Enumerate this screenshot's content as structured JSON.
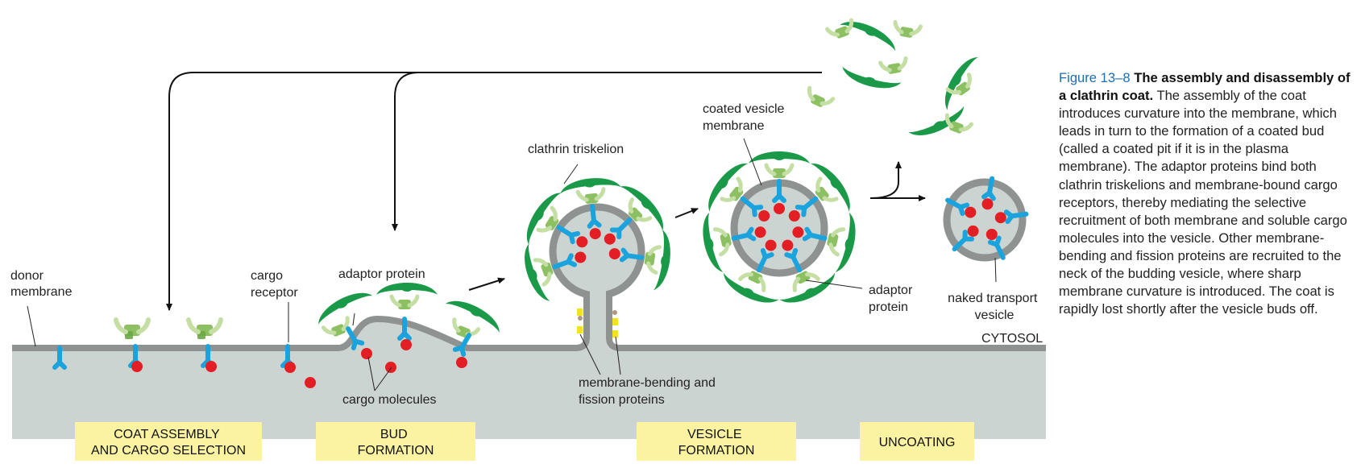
{
  "labels": {
    "donor_membrane": [
      "donor",
      "membrane"
    ],
    "cargo_receptor": [
      "cargo",
      "receptor"
    ],
    "adaptor_protein_bud": "adaptor protein",
    "cargo_molecules": "cargo molecules",
    "clathrin_triskelion": "clathrin triskelion",
    "coated_vesicle_membrane": [
      "coated vesicle",
      "membrane"
    ],
    "membrane_bending": [
      "membrane-bending and",
      "fission proteins"
    ],
    "adaptor_protein_vesicle": [
      "adaptor",
      "protein"
    ],
    "naked_vesicle": [
      "naked transport",
      "vesicle"
    ],
    "cytosol": "CYTOSOL"
  },
  "stages": [
    {
      "lines": [
        "COAT ASSEMBLY",
        "AND CARGO SELECTION"
      ]
    },
    {
      "lines": [
        "BUD",
        "FORMATION"
      ]
    },
    {
      "lines": [
        "VESICLE",
        "FORMATION"
      ]
    },
    {
      "lines": [
        "UNCOATING"
      ]
    }
  ],
  "caption": {
    "figure_number": "Figure 13–8",
    "title": "The assembly and disassembly of a clathrin coat.",
    "body": "The assembly of the coat introduces curvature into the membrane, which leads in turn to the formation of a coated bud (called a coated pit if it is in the plasma membrane). The adaptor proteins bind both clathrin triskelions and membrane-bound cargo receptors, thereby mediating the selective recruitment of both membrane and soluble cargo molecules into the vesicle. Other membrane-bending and fission proteins are recruited to the neck of the budding vesicle, where sharp membrane curvature is introduced. The coat is rapidly lost shortly after the vesicle buds off."
  },
  "colors": {
    "clathrin": "#1a9a48",
    "adaptor": "#8cc063",
    "adaptor_light": "#c4dea4",
    "receptor": "#1aa3dc",
    "cargo": "#e31e24",
    "membrane": "#8e9291",
    "lumen": "#ccd4d1",
    "stage_box": "#fbf3a2",
    "bending_protein": "#f2e31b",
    "caption_number": "#1c6fb4"
  }
}
